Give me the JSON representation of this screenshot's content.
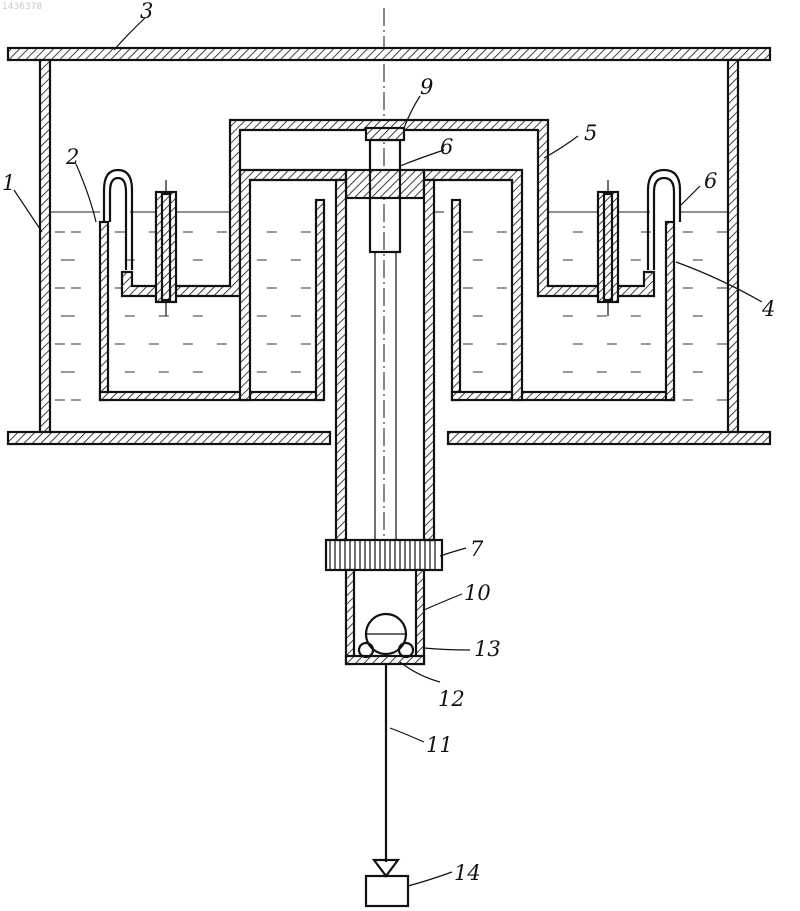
{
  "stamp": "1436378",
  "labels": {
    "1": "1",
    "2": "2",
    "3": "3",
    "4": "4",
    "5": "5",
    "6a": "6",
    "6b": "6",
    "7": "7",
    "9": "9",
    "10": "10",
    "11": "11",
    "12": "12",
    "13": "13",
    "14": "14"
  }
}
